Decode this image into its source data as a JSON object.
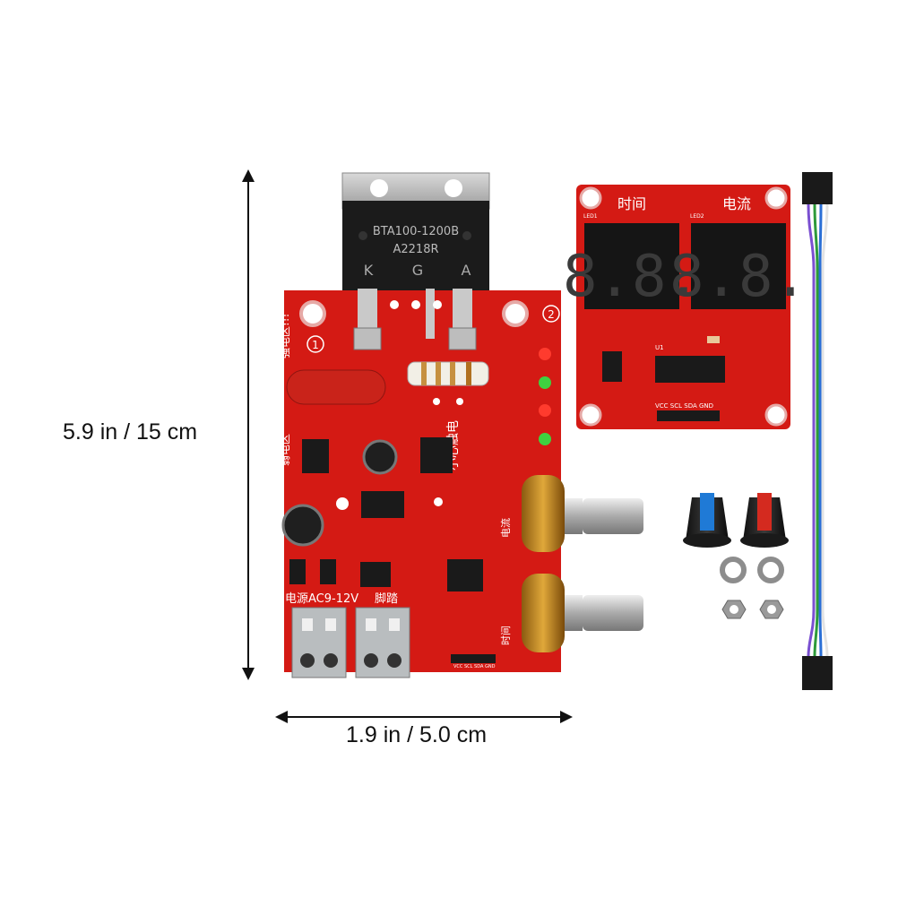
{
  "dimensions": {
    "height_label": "5.9 in / 15 cm",
    "width_label": "1.9 in / 5.0 cm"
  },
  "triac": {
    "part_number": "BTA100-1200B",
    "batch_code": "A2218R",
    "pins": [
      "K",
      "G",
      "A"
    ]
  },
  "main_board": {
    "circle_marks": [
      "1",
      "2"
    ],
    "terminal_labels": [
      "电源AC9-12V",
      "脚踏"
    ],
    "silkscreen": [
      "小心触电",
      "强电区!!!",
      "弱电区",
      "电流",
      "时间"
    ],
    "header_pins": "VCC SCL SDA GND"
  },
  "display_board": {
    "labels": [
      "时间",
      "电流"
    ],
    "led_labels": [
      "LED1",
      "LED2"
    ],
    "digits": [
      "8.8.",
      "8.8."
    ],
    "header_pins": "VCC SCL SDA GND",
    "chip_label": "U1"
  },
  "colors": {
    "pcb": "#d41a14",
    "pcb_dark": "#a80f0c",
    "silkscreen": "#ffffff",
    "knob_blue": "#1f7ad6",
    "knob_red": "#d42a1f"
  }
}
